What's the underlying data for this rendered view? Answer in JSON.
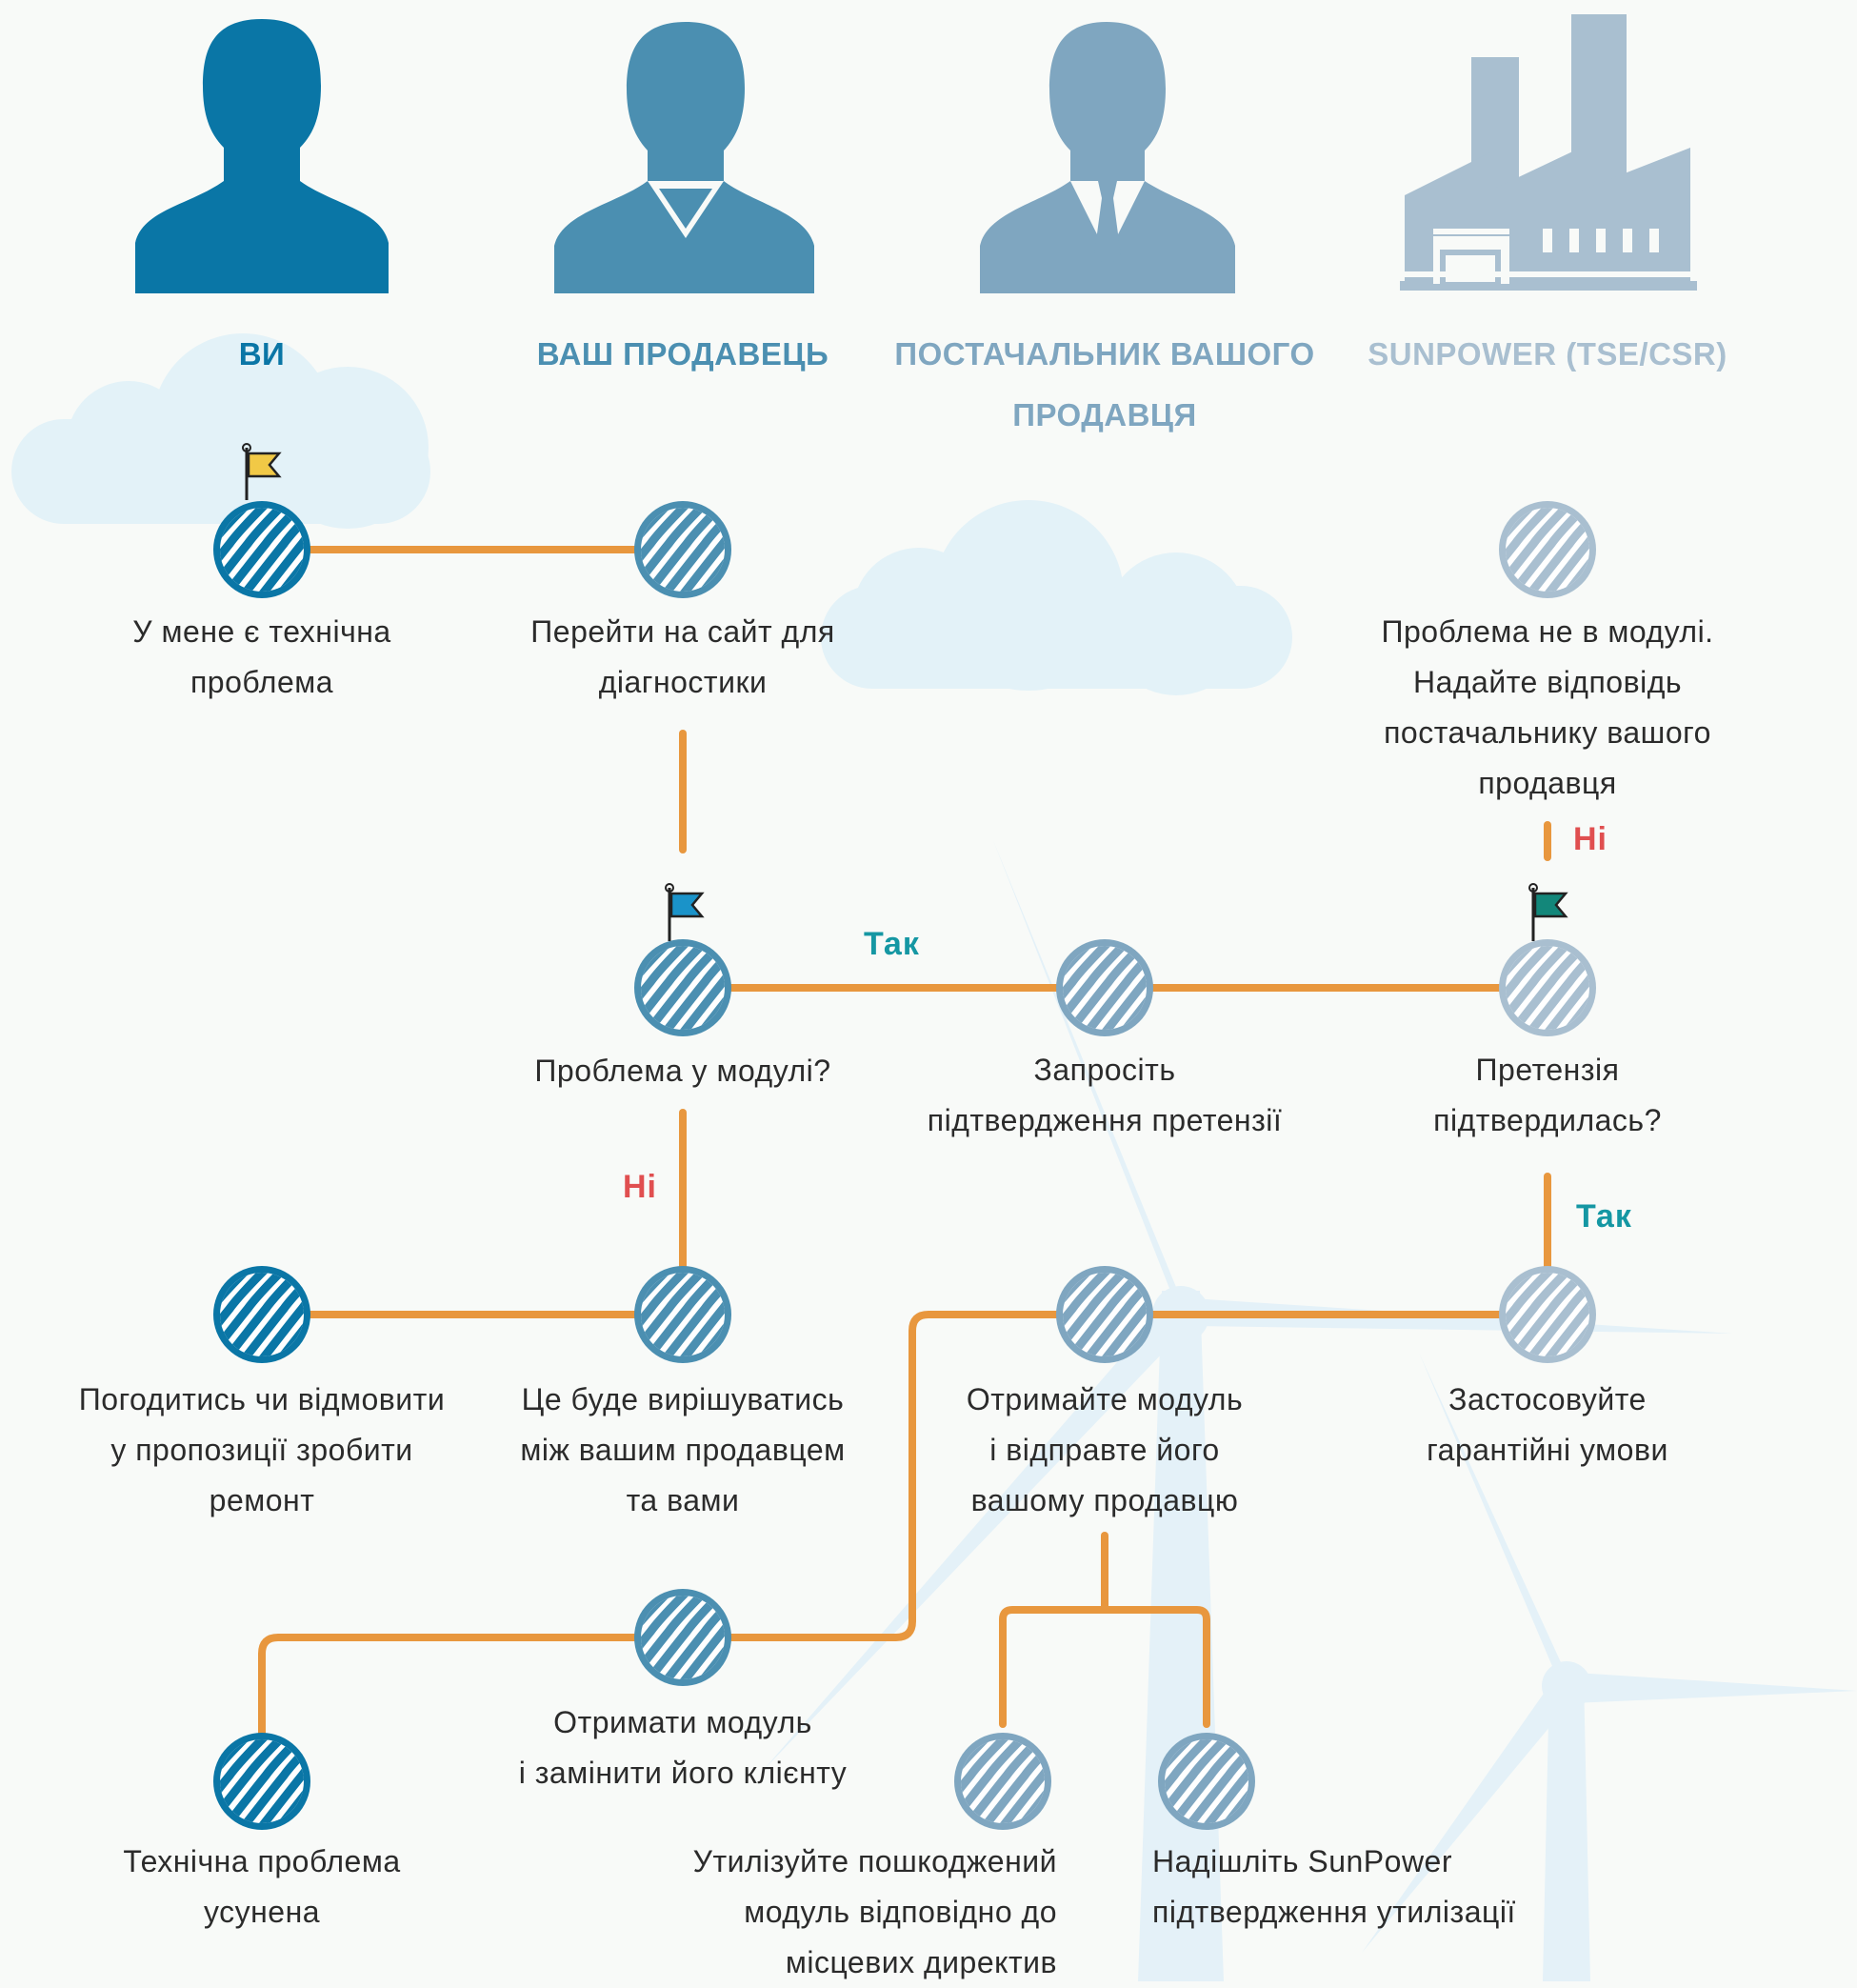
{
  "columns": [
    {
      "id": "you",
      "title": "ВИ",
      "icon": "person-icon",
      "color": "#0a76a6"
    },
    {
      "id": "seller",
      "title": "ВАШ ПРОДАВЕЦЬ",
      "icon": "person-shirt-icon",
      "color": "#4b8fb1"
    },
    {
      "id": "supplier",
      "title": "ПОСТАЧАЛЬНИК ВАШОГО\nПРОДАВЦЯ",
      "icon": "person-tie-icon",
      "color": "#7fa6c0"
    },
    {
      "id": "sunpower",
      "title": "SUNPOWER (TSE/CSR)",
      "icon": "factory-icon",
      "color": "#a9bfd0"
    }
  ],
  "steps": {
    "s1": "У мене є технічна\nпроблема",
    "s2": "Перейти на сайт для\nдіагностики",
    "s3": "Проблема у модулі?",
    "s4": "Запросіть\nпідтвердження претензії",
    "s5": "Претензія\nпідтвердилась?",
    "s6": "Проблема не в модулі.\nНадайте відповідь\nпостачальнику вашого\nпродавця",
    "s7": "Погодитись чи відмовити\nу пропозиції зробити\nремонт",
    "s8": "Це буде вирішуватись\nміж вашим продавцем\nта вами",
    "s9": "Отримайте модуль\nі відправте його\nвашому продавцю",
    "s10": "Застосовуйте\nгарантійні умови",
    "s11": "Отримати модуль\nі замінити його клієнту",
    "s12": "Технічна проблема\nусунена",
    "s13": "Утилізуйте пошкоджений\nмодуль відповідно до\nмісцевих директив",
    "s14": "Надішліть SunPower\nпідтвердження утилізації"
  },
  "decisions": {
    "yes_top": "Так",
    "no_top": "Ні",
    "no_left": "Ні",
    "yes_right": "Так"
  },
  "colors": {
    "line": "#e8973e",
    "yes": "#1597a3",
    "no": "#e04f50",
    "flag_start": "#f1c946",
    "flag_mid": "#1a93c9",
    "flag_end": "#13877a",
    "cloud": "#e3f2f8",
    "turbine": "#e4f1f8"
  }
}
